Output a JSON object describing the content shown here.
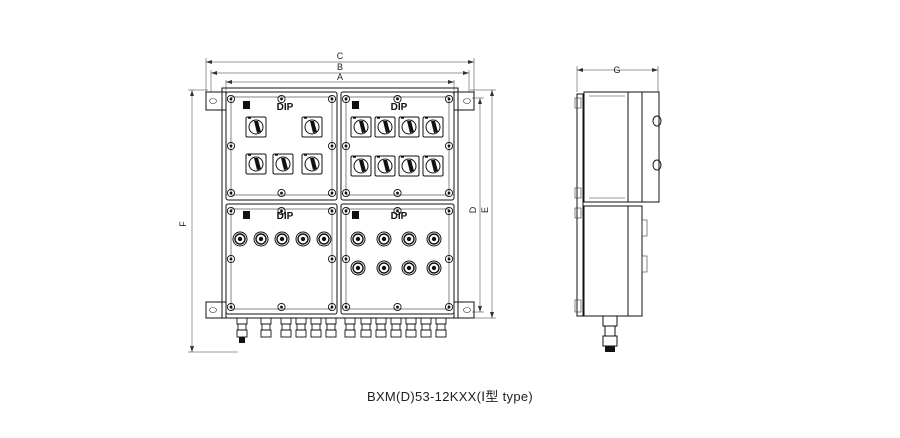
{
  "dimensions": {
    "a": "A",
    "b": "B",
    "c": "C",
    "d": "D",
    "e": "E",
    "f": "F",
    "g": "G"
  },
  "panels": {
    "top_left_label": "DIP",
    "top_right_label": "DIP",
    "bottom_left_label": "DIP",
    "bottom_right_label": "DIP"
  },
  "caption": "BXM(D)53-12KXX(Ⅰ型 type)",
  "icons": {
    "rotary_switch": "rotary-switch-icon",
    "indicator_lamp": "indicator-lamp-icon",
    "cable_gland": "cable-gland-icon",
    "logo": "brand-logo-icon"
  }
}
